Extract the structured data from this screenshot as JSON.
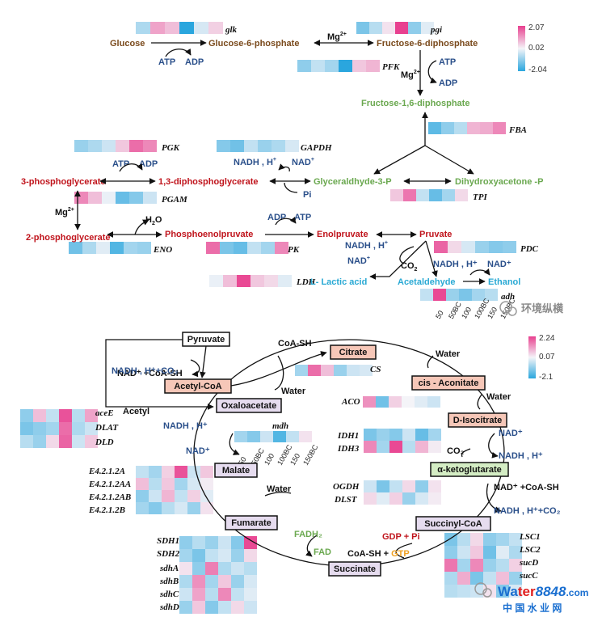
{
  "colors": {
    "glyco": "#7a4a1c",
    "green": "#6aa84f",
    "red": "#c0141c",
    "blue": "#2a4f8a",
    "cyan": "#29a9d4",
    "black": "#111111",
    "hi": "#e8408f",
    "mid": "#f4f4f8",
    "lo": "#2aa6de"
  },
  "legend_top": {
    "max": "2.07",
    "mid": "0.02",
    "min": "-2.04"
  },
  "legend_bottom": {
    "max": "2.24",
    "mid": "0.07",
    "min": "-2.1"
  },
  "glycolysis": {
    "glucose": "Glucose",
    "g6p": "Glucose-6-phosphate",
    "f6p": "Fructose-6-diphosphate",
    "f16bp": "Fructose-1,6-diphosphate",
    "g3p": "Glyceraldhyde-3-P",
    "dhap": "Dihydroxyacetone -P",
    "bpg13": "1,3-diphosphoglycerate",
    "pg3": "3-phosphoglycerate",
    "pg2": "2-phosphoglycerate",
    "pep": "Phosphoenolpruvate",
    "enol": "Enolpruvate",
    "pyr": "Pruvate",
    "lactic": "L- Lactic acid",
    "acetald": "Acetaldehyde",
    "ethanol": "Ethanol"
  },
  "cofactors": {
    "atp": "ATP",
    "adp": "ADP",
    "mg": "Mg",
    "mg_sup": "2+",
    "adp_atp_adp": "ADP",
    "adp_atp_atp": "ATP",
    "nadh_h": "NADH , H",
    "nad": "NAD",
    "plus": "+",
    "pi": "Pi",
    "h2o_h": "H",
    "h2o_2": "2",
    "h2o_o": "O",
    "co2": "CO",
    "co2_2": "2",
    "nadh_h_plus": "NADH , H⁺",
    "nad_plus": "NAD⁺"
  },
  "genes_top": {
    "glk": "glk",
    "pgi": "pgi",
    "pfk": "PFK",
    "fba": "FBA",
    "pgk": "PGK",
    "gapdh": "GAPDH",
    "pgam": "PGAM",
    "tpi": "TPI",
    "eno": "ENO",
    "pk": "PK",
    "pdc": "PDC",
    "ldh": "LDH",
    "adh": "adh"
  },
  "sample_labels": [
    "50",
    "50BC",
    "100",
    "100BC",
    "150",
    "150BC"
  ],
  "tca": {
    "pyruvate": "Pyruvate",
    "acetyl_coa": "Acetyl-CoA",
    "oxaloacetate": "Oxaloacetate",
    "citrate": "Citrate",
    "cis_aconitate": "cis - Aconitate",
    "d_isocitrate": "D-Isocitrate",
    "akg": "α-ketoglutarate",
    "succinyl_coa": "Succinyl-CoA",
    "succinate": "Succinate",
    "fumarate": "Fumarate",
    "malate": "Malate"
  },
  "tca_cofactors": {
    "nad_coash": "NAD⁺ +CoA-SH",
    "nadh_co2": "NADH , H⁺+CO₂",
    "acetyl": "Acetyl",
    "coash": "CoA-SH",
    "water": "Water",
    "nadh_h": "NADH , H⁺",
    "nad": "NAD⁺",
    "co2": "CO₂",
    "fadh2": "FADH₂",
    "fad": "FAD",
    "gdp_pi": "GDP + Pi",
    "coash_plus": "CoA-SH + ",
    "gtp": "GTP"
  },
  "genes_bottom": {
    "cs": "CS",
    "aco": "ACO",
    "idh1": "IDH1",
    "idh3": "IDH3",
    "ogdh": "OGDH",
    "dlst": "DLST",
    "lsc1": "LSC1",
    "lsc2": "LSC2",
    "sucd": "sucD",
    "succ": "sucC",
    "sdh1": "SDH1",
    "sdh2": "SDH2",
    "sdha": "sdhA",
    "sdhb": "sdhB",
    "sdhc": "sdhC",
    "sdhd": "sdhD",
    "e1": "E4.2.1.2A",
    "e2": "E4.2.1.2AA",
    "e3": "E4.2.1.2AB",
    "e4": "E4.2.1.2B",
    "acee": "aceE",
    "dlat": "DLAT",
    "dld": "DLD",
    "mdh": "mdh"
  },
  "heatmaps": {
    "glk": [
      [
        -0.7,
        0.9,
        0.6,
        -2.0,
        -0.3,
        0.4
      ]
    ],
    "pgi": [
      [
        -1.2,
        -0.6,
        0.2,
        2.0,
        -1.0,
        -0.2
      ]
    ],
    "pfk": [
      [
        -1.0,
        -0.5,
        -0.8,
        -2.0,
        0.5,
        0.7
      ]
    ],
    "fba": [
      [
        -1.5,
        -1.0,
        -0.6,
        0.7,
        0.8,
        1.2
      ]
    ],
    "pgk": [
      [
        -0.9,
        -0.7,
        -0.4,
        0.5,
        1.5,
        1.2
      ]
    ],
    "gapdh": [
      [
        -1.1,
        -1.3,
        -0.5,
        -0.9,
        -0.7,
        -0.3
      ]
    ],
    "pgam": [
      [
        1.2,
        0.6,
        -0.1,
        -1.4,
        -1.1,
        -0.4
      ]
    ],
    "tpi": [
      [
        0.5,
        1.4,
        -0.5,
        -1.4,
        -0.8,
        0.3
      ]
    ],
    "eno": [
      [
        -1.3,
        -0.7,
        -0.2,
        -1.6,
        -0.8,
        -0.9
      ]
    ],
    "pk": [
      [
        1.5,
        -1.2,
        -1.4,
        -0.5,
        -0.8,
        1.2
      ]
    ],
    "pdc": [
      [
        1.6,
        0.3,
        -0.3,
        -0.9,
        -1.1,
        -1.0
      ]
    ],
    "ldh": [
      [
        -0.1,
        0.6,
        1.9,
        0.5,
        0.3,
        -0.2
      ]
    ],
    "adh": [
      [
        -0.5,
        1.9,
        -0.9,
        -1.2,
        -0.8,
        -0.6
      ]
    ],
    "cs": [
      [
        -0.8,
        1.5,
        0.6,
        -0.9,
        -0.4,
        -0.3
      ]
    ],
    "aco": [
      [
        1.1,
        -1.3,
        0.4,
        0.0,
        -0.2,
        -0.4
      ]
    ],
    "idh": [
      [
        -1.2,
        -0.9,
        -1.1,
        -0.4,
        -1.4,
        -0.8
      ],
      [
        1.2,
        -0.8,
        1.9,
        -0.6,
        0.7,
        0.1
      ]
    ],
    "ogdh": [
      [
        -0.4,
        -1.2,
        -0.5,
        0.3,
        -1.0,
        0.2
      ],
      [
        0.3,
        -0.2,
        0.4,
        -0.9,
        -0.3,
        0.1
      ]
    ],
    "lsc": [
      [
        -1.2,
        -0.6,
        0.3,
        -1.0,
        -0.8,
        -0.5
      ],
      [
        -1.0,
        -0.4,
        0.5,
        -1.3,
        -0.2,
        -0.7
      ],
      [
        1.4,
        -0.8,
        1.2,
        -0.9,
        -0.6,
        0.4
      ],
      [
        -0.7,
        0.8,
        -1.2,
        -0.5,
        0.6,
        -0.9
      ],
      [
        -0.6,
        -0.5,
        -0.4,
        0.2,
        -1.1,
        -0.3
      ]
    ],
    "sdh": [
      [
        -1.0,
        -0.6,
        -0.9,
        -0.4,
        -1.1,
        1.9
      ],
      [
        -0.8,
        -1.2,
        -0.5,
        -0.3,
        -0.9,
        0.3
      ],
      [
        0.2,
        -1.0,
        1.3,
        -0.7,
        -0.4,
        -0.6
      ],
      [
        -0.7,
        1.1,
        -0.8,
        0.5,
        -0.9,
        -0.3
      ],
      [
        -0.4,
        0.9,
        -0.6,
        1.2,
        -0.5,
        -0.2
      ],
      [
        -0.9,
        0.5,
        -1.1,
        -0.5,
        0.3,
        -0.4
      ]
    ],
    "fum": [
      [
        -0.5,
        -0.8,
        0.4,
        1.8,
        -0.4,
        0.5
      ],
      [
        0.6,
        -0.6,
        0.5,
        -0.8,
        -0.3,
        0.1
      ],
      [
        -1.0,
        -0.4,
        0.7,
        -0.5,
        0.4,
        -0.2
      ],
      [
        -0.8,
        -1.1,
        -0.6,
        -0.3,
        -0.9,
        0.2
      ]
    ],
    "ace": [
      [
        -1.0,
        0.6,
        -0.5,
        1.8,
        -0.6,
        0.9
      ],
      [
        -1.2,
        -1.0,
        -0.8,
        1.5,
        -0.7,
        -0.4
      ],
      [
        -0.6,
        -0.9,
        0.3,
        1.6,
        -0.4,
        0.5
      ]
    ],
    "mdh": [
      [
        -0.8,
        -1.1,
        -0.4,
        -1.6,
        -0.5,
        0.2
      ]
    ]
  },
  "watermark": {
    "wechat": "环境纵横",
    "brand_a": "Wa",
    "brand_b": "ter",
    "brand_c": "8848",
    "brand_d": ".com",
    "cn": "中 国 水 业 网"
  }
}
